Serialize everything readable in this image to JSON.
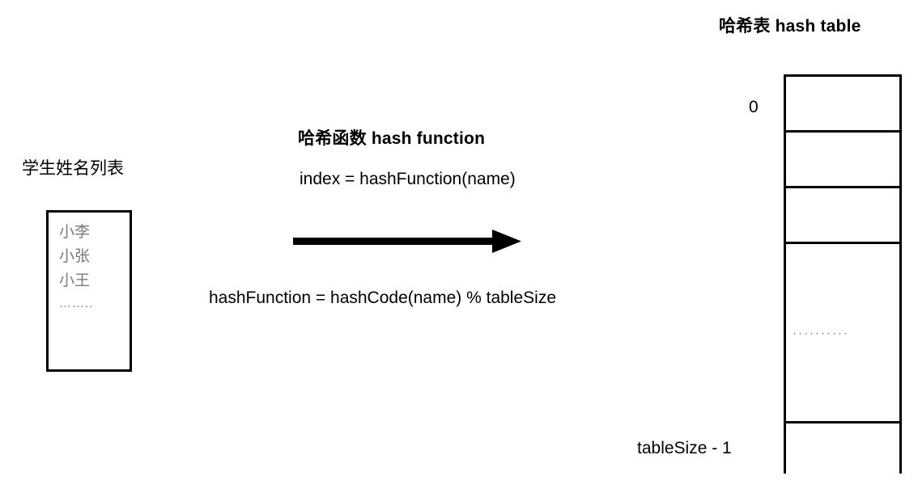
{
  "diagram": {
    "kind": "hash-table-concept-diagram",
    "background_color": "#ffffff",
    "ink_color": "#000000",
    "muted_text_color": "#7a7a7a"
  },
  "hash_table": {
    "title": "哈希表 hash table",
    "index_first_label": "0",
    "index_last_label": "tableSize - 1",
    "cells": [
      {
        "content": "",
        "size": "small"
      },
      {
        "content": "",
        "size": "small"
      },
      {
        "content": "",
        "size": "small"
      },
      {
        "content": "··········",
        "size": "tall"
      },
      {
        "content": "",
        "size": "end"
      }
    ]
  },
  "name_list": {
    "title": "学生姓名列表",
    "items": [
      "小李",
      "小张",
      "小王",
      "…….."
    ]
  },
  "hash_function": {
    "title": "哈希函数 hash function",
    "index_formula": "index = hashFunction(name)",
    "definition_formula": "hashFunction = hashCode(name) % tableSize"
  },
  "arrow": {
    "name": "flow-arrow-right",
    "direction": "right"
  }
}
